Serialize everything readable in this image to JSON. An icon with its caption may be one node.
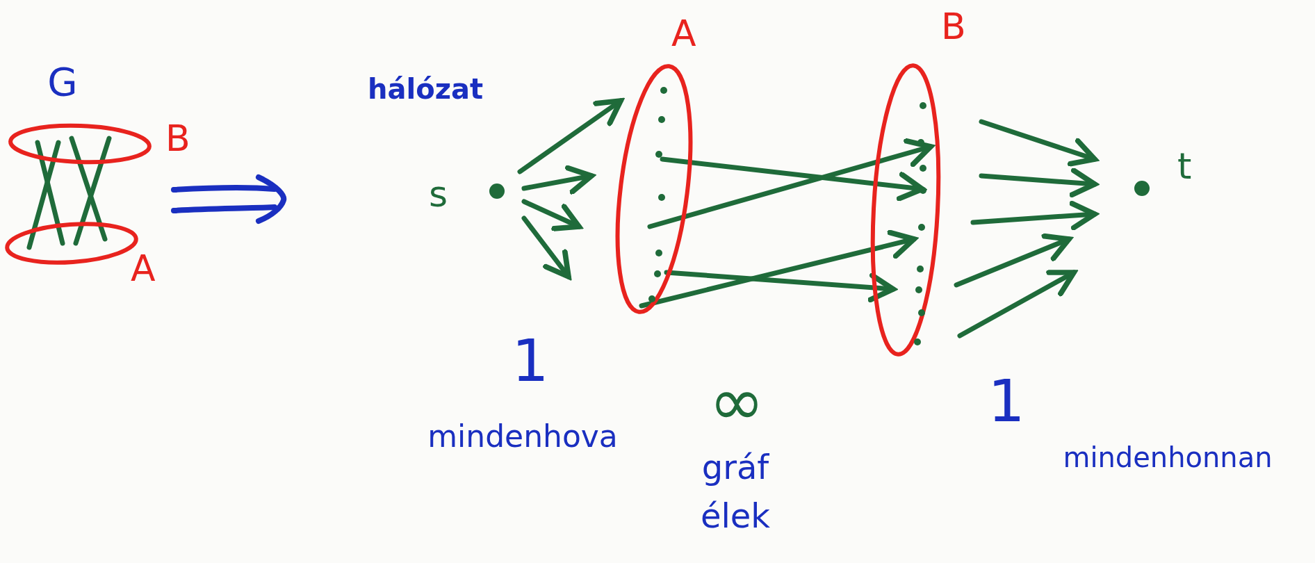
{
  "diagram": {
    "nodes": [
      {
        "text": [
          "B"
        ]
      },
      {
        "text": [
          "A"
        ]
      },
      {
        "text": [
          "s"
        ]
      },
      {
        "text": [
          "A"
        ]
      },
      {
        "text": [
          "B"
        ]
      },
      {
        "text": [
          "t"
        ]
      }
    ],
    "edges": [
      {
        "from": 0,
        "to": 1,
        "arrow": "none"
      },
      {
        "from": 0,
        "to": 1,
        "arrow": "none"
      },
      {
        "from": 0,
        "to": 1,
        "arrow": "none"
      },
      {
        "from": 0,
        "to": 1,
        "arrow": "none"
      },
      {
        "from": 2,
        "to": 3,
        "arrow": "to"
      },
      {
        "from": 2,
        "to": 3,
        "arrow": "to"
      },
      {
        "from": 2,
        "to": 3,
        "arrow": "to"
      },
      {
        "from": 2,
        "to": 3,
        "arrow": "to"
      },
      {
        "from": 3,
        "to": 4,
        "arrow": "to"
      },
      {
        "from": 3,
        "to": 4,
        "arrow": "to"
      },
      {
        "from": 3,
        "to": 4,
        "arrow": "to"
      },
      {
        "from": 3,
        "to": 4,
        "arrow": "to"
      },
      {
        "from": 4,
        "to": 5,
        "arrow": "to"
      },
      {
        "from": 4,
        "to": 5,
        "arrow": "to"
      },
      {
        "from": 4,
        "to": 5,
        "arrow": "to"
      },
      {
        "from": 4,
        "to": 5,
        "arrow": "to"
      },
      {
        "from": 4,
        "to": 5,
        "arrow": "to"
      }
    ],
    "labels": [
      "G",
      "hálózat",
      "1",
      "mindenhova",
      "∞",
      "gráf élek",
      "1",
      "mindenhonnan"
    ]
  }
}
